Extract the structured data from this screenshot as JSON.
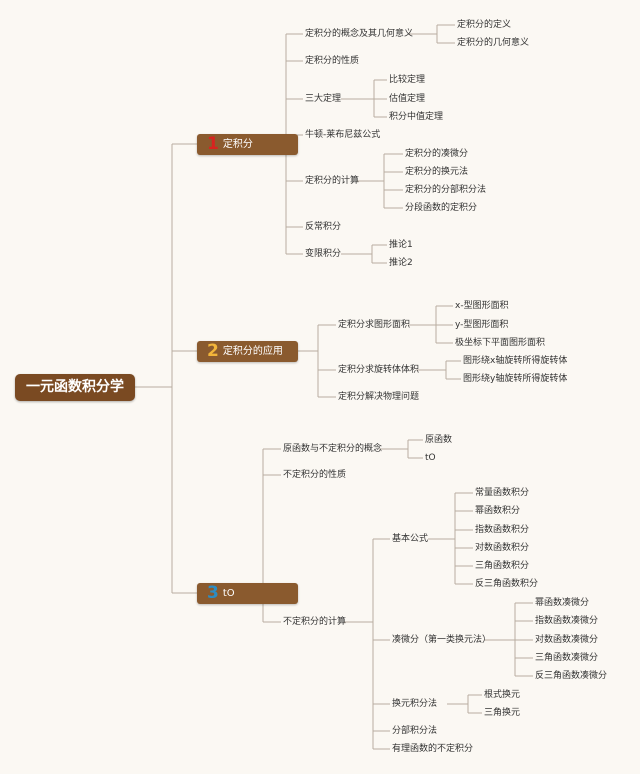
{
  "root": "一元函数积分学",
  "colors": {
    "num1": "#d8231f",
    "num2": "#f2b53a",
    "num3": "#2c8dc4",
    "line": "#b8ada0"
  },
  "b1": {
    "num": "1",
    "label": "定积分",
    "items": {
      "concept": "定积分的概念及其几何意义",
      "def": "定积分的定义",
      "geo": "定积分的几何意义",
      "prop": "定积分的性质",
      "thm": "三大定理",
      "thm1": "比较定理",
      "thm2": "估值定理",
      "thm3": "积分中值定理",
      "nl": "牛顿-莱布尼兹公式",
      "calc": "定积分的计算",
      "c1": "定积分的凑微分",
      "c2": "定积分的换元法",
      "c3": "定积分的分部积分法",
      "c4": "分段函数的定积分",
      "improper": "反常积分",
      "var": "变限积分",
      "v1": "推论1",
      "v2": "推论2"
    }
  },
  "b2": {
    "num": "2",
    "label": "定积分的应用",
    "items": {
      "area": "定积分求图形面积",
      "a1": "x-型图形面积",
      "a2": "y-型图形面积",
      "a3": "极坐标下平面图形面积",
      "vol": "定积分求旋转体体积",
      "v1": "图形绕x轴旋转所得旋转体",
      "v2": "图形绕y轴旋转所得旋转体",
      "phys": "定积分解决物理问题"
    }
  },
  "b3": {
    "num": "3",
    "label": "tO",
    "items": {
      "concept": "原函数与不定积分的概念",
      "c1": "原函数",
      "c2": "tO",
      "prop": "不定积分的性质",
      "calc": "不定积分的计算",
      "basic": "基本公式",
      "f1": "常量函数积分",
      "f2": "幂函数积分",
      "f3": "指数函数积分",
      "f4": "对数函数积分",
      "f5": "三角函数积分",
      "f6": "反三角函数积分",
      "sub1": "凑微分（第一类换元法）",
      "s1": "幂函数凑微分",
      "s2": "指数函数凑微分",
      "s3": "对数函数凑微分",
      "s4": "三角函数凑微分",
      "s5": "反三角函数凑微分",
      "sub2": "换元积分法",
      "r1": "根式换元",
      "r2": "三角换元",
      "parts": "分部积分法",
      "rational": "有理函数的不定积分"
    }
  }
}
